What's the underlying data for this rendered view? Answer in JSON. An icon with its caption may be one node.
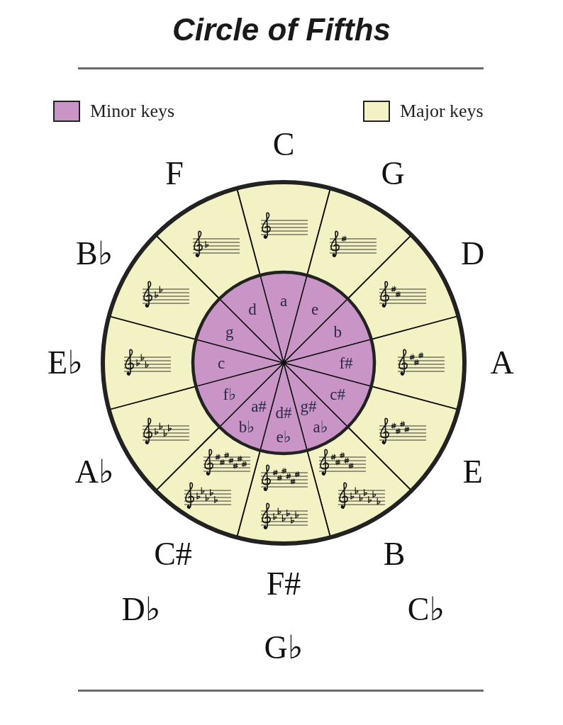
{
  "diagram": {
    "title": "Circle of Fifths",
    "nodes": [
      {
        "text": [
          "C"
        ]
      },
      {
        "text": [
          "G"
        ]
      },
      {
        "text": [
          "D"
        ]
      },
      {
        "text": [
          "A"
        ]
      },
      {
        "text": [
          "E"
        ]
      },
      {
        "text": [
          "B",
          "C♭"
        ]
      },
      {
        "text": [
          "F#",
          "G♭"
        ]
      },
      {
        "text": [
          "C#",
          "D♭"
        ]
      },
      {
        "text": [
          "A♭"
        ]
      },
      {
        "text": [
          "E♭"
        ]
      },
      {
        "text": [
          "B♭"
        ]
      },
      {
        "text": [
          "F"
        ]
      },
      {
        "text": [
          "a"
        ]
      },
      {
        "text": [
          "e"
        ]
      },
      {
        "text": [
          "b"
        ]
      },
      {
        "text": [
          "f#"
        ]
      },
      {
        "text": [
          "c#"
        ]
      },
      {
        "text": [
          "g#",
          "a♭"
        ]
      },
      {
        "text": [
          "d#",
          "e♭"
        ]
      },
      {
        "text": [
          "a#",
          "b♭"
        ]
      },
      {
        "text": [
          "f♭"
        ]
      },
      {
        "text": [
          "c"
        ]
      },
      {
        "text": [
          "g"
        ]
      },
      {
        "text": [
          "d"
        ]
      }
    ],
    "legend": [
      {
        "text": "Minor keys",
        "color": "#c994c6"
      },
      {
        "text": "Major keys",
        "color": "#f2f2c4"
      }
    ]
  }
}
